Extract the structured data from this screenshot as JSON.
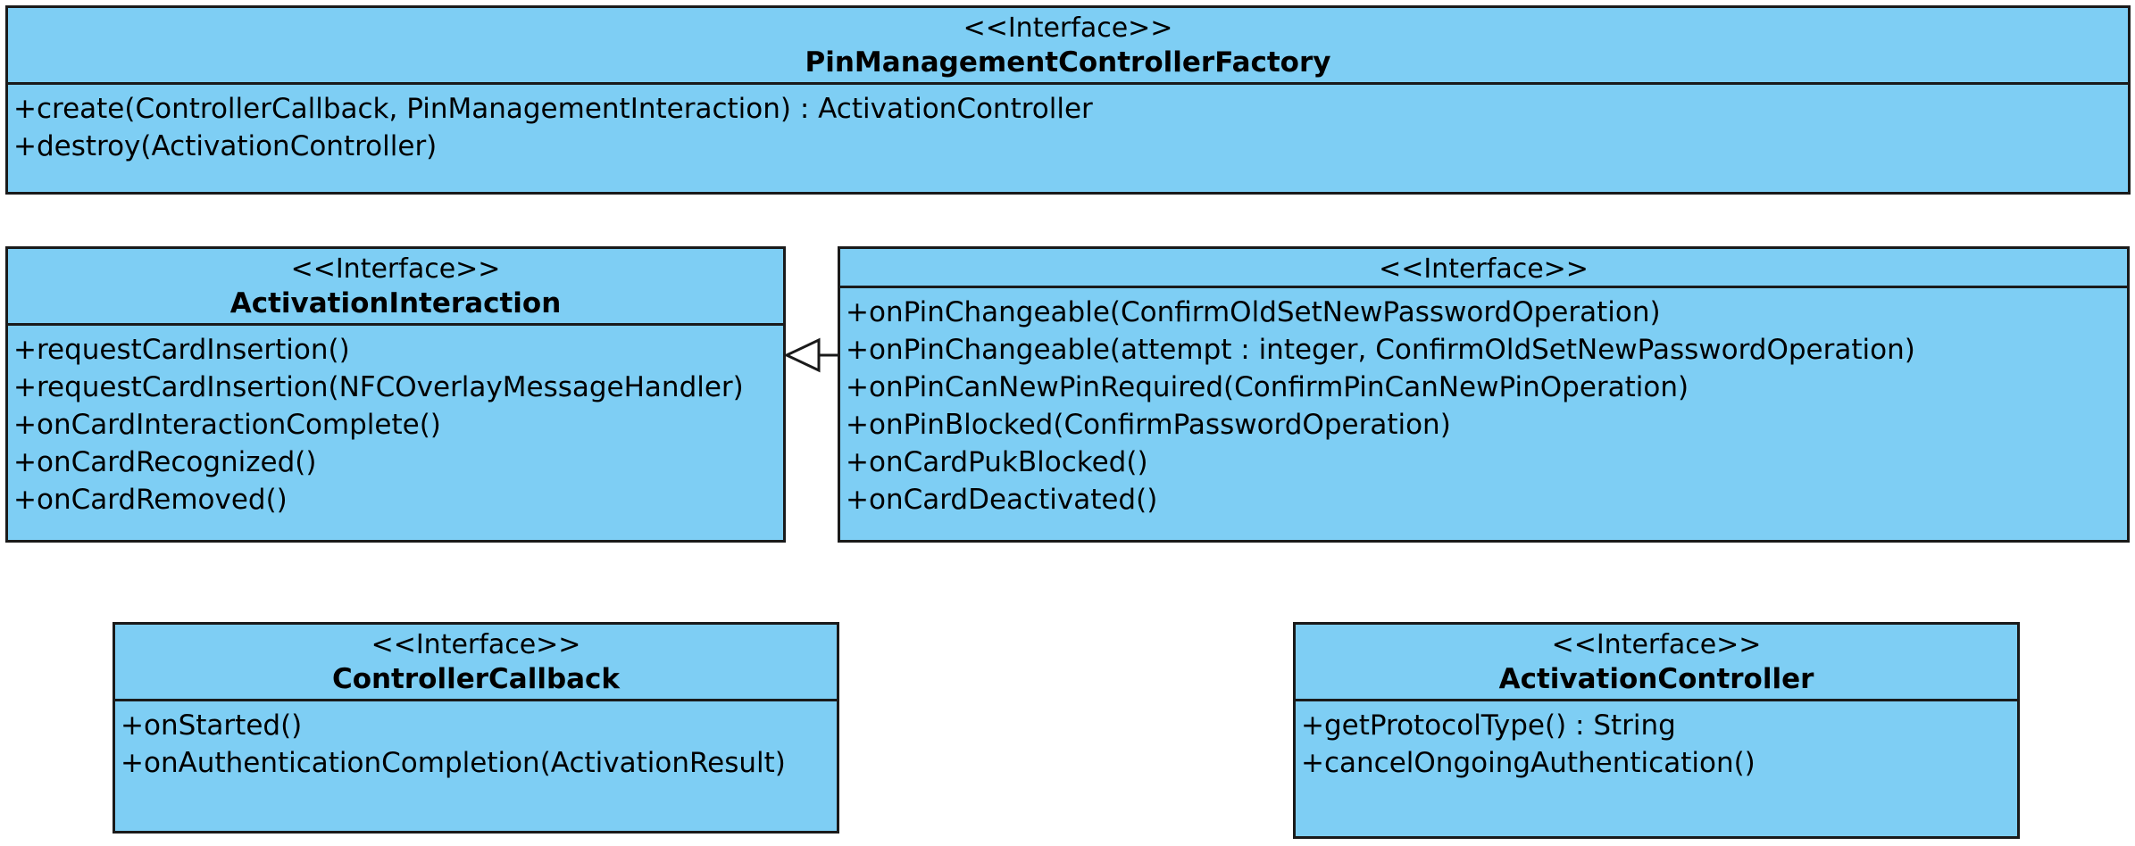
{
  "classes": {
    "factory": {
      "stereotype": "<<Interface>>",
      "name": "PinManagementControllerFactory",
      "ops": [
        "+create(ControllerCallback, PinManagementInteraction) : ActivationController",
        "+destroy(ActivationController)"
      ]
    },
    "activation_interaction": {
      "stereotype": "<<Interface>>",
      "name": "ActivationInteraction",
      "ops": [
        "+requestCardInsertion()",
        "+requestCardInsertion(NFCOverlayMessageHandler)",
        "+onCardInteractionComplete()",
        "+onCardRecognized()",
        "+onCardRemoved()"
      ]
    },
    "pin_management_interaction": {
      "stereotype": "<<Interface>>",
      "name": "",
      "ops": [
        "+onPinChangeable(ConfirmOldSetNewPasswordOperation)",
        "+onPinChangeable(attempt : integer, ConfirmOldSetNewPasswordOperation)",
        "+onPinCanNewPinRequired(ConfirmPinCanNewPinOperation)",
        "+onPinBlocked(ConfirmPasswordOperation)",
        "+onCardPukBlocked()",
        "+onCardDeactivated()"
      ]
    },
    "controller_callback": {
      "stereotype": "<<Interface>>",
      "name": "ControllerCallback",
      "ops": [
        "+onStarted()",
        "+onAuthenticationCompletion(ActivationResult)"
      ]
    },
    "activation_controller": {
      "stereotype": "<<Interface>>",
      "name": "ActivationController",
      "ops": [
        "+getProtocolType() : String",
        "+cancelOngoingAuthentication()"
      ]
    }
  },
  "colors": {
    "box_fill": "#7ecef4",
    "border": "#1a1a1a"
  },
  "relations": [
    {
      "type": "generalization",
      "from": "pin_management_interaction",
      "to": "activation_interaction"
    }
  ]
}
